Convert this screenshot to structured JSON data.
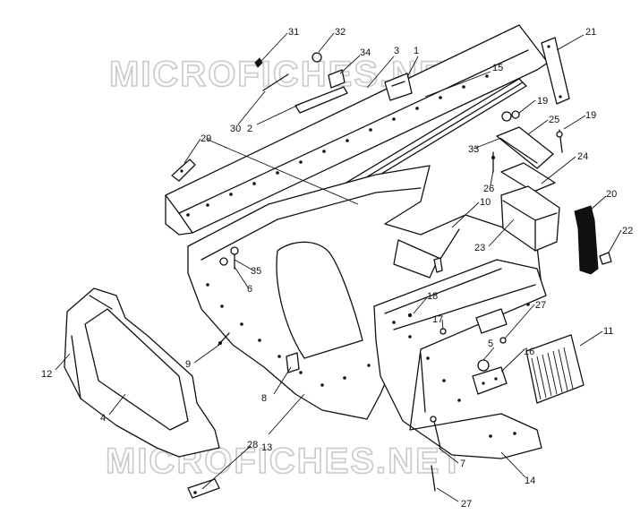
{
  "watermark": "MICROFICHES.NET",
  "callouts": [
    {
      "id": "c1",
      "text": "1"
    },
    {
      "id": "c2",
      "text": "2"
    },
    {
      "id": "c3",
      "text": "3"
    },
    {
      "id": "c4",
      "text": "4"
    },
    {
      "id": "c5",
      "text": "5"
    },
    {
      "id": "c6",
      "text": "6"
    },
    {
      "id": "c7",
      "text": "7"
    },
    {
      "id": "c8",
      "text": "8"
    },
    {
      "id": "c9",
      "text": "9"
    },
    {
      "id": "c10",
      "text": "10"
    },
    {
      "id": "c11",
      "text": "11"
    },
    {
      "id": "c12",
      "text": "12"
    },
    {
      "id": "c13",
      "text": "13"
    },
    {
      "id": "c14",
      "text": "14"
    },
    {
      "id": "c15",
      "text": "15"
    },
    {
      "id": "c16",
      "text": "16"
    },
    {
      "id": "c17",
      "text": "17"
    },
    {
      "id": "c18",
      "text": "18"
    },
    {
      "id": "c19a",
      "text": "19"
    },
    {
      "id": "c19b",
      "text": "19"
    },
    {
      "id": "c20",
      "text": "20"
    },
    {
      "id": "c21",
      "text": "21"
    },
    {
      "id": "c22",
      "text": "22"
    },
    {
      "id": "c23",
      "text": "23"
    },
    {
      "id": "c24",
      "text": "24"
    },
    {
      "id": "c25",
      "text": "25"
    },
    {
      "id": "c26",
      "text": "26"
    },
    {
      "id": "c27a",
      "text": "27"
    },
    {
      "id": "c27b",
      "text": "27"
    },
    {
      "id": "c28",
      "text": "28"
    },
    {
      "id": "c29",
      "text": "29"
    },
    {
      "id": "c30",
      "text": "30"
    },
    {
      "id": "c31",
      "text": "31"
    },
    {
      "id": "c32",
      "text": "32"
    },
    {
      "id": "c33",
      "text": "33"
    },
    {
      "id": "c34",
      "text": "34"
    },
    {
      "id": "c35",
      "text": "35"
    }
  ]
}
